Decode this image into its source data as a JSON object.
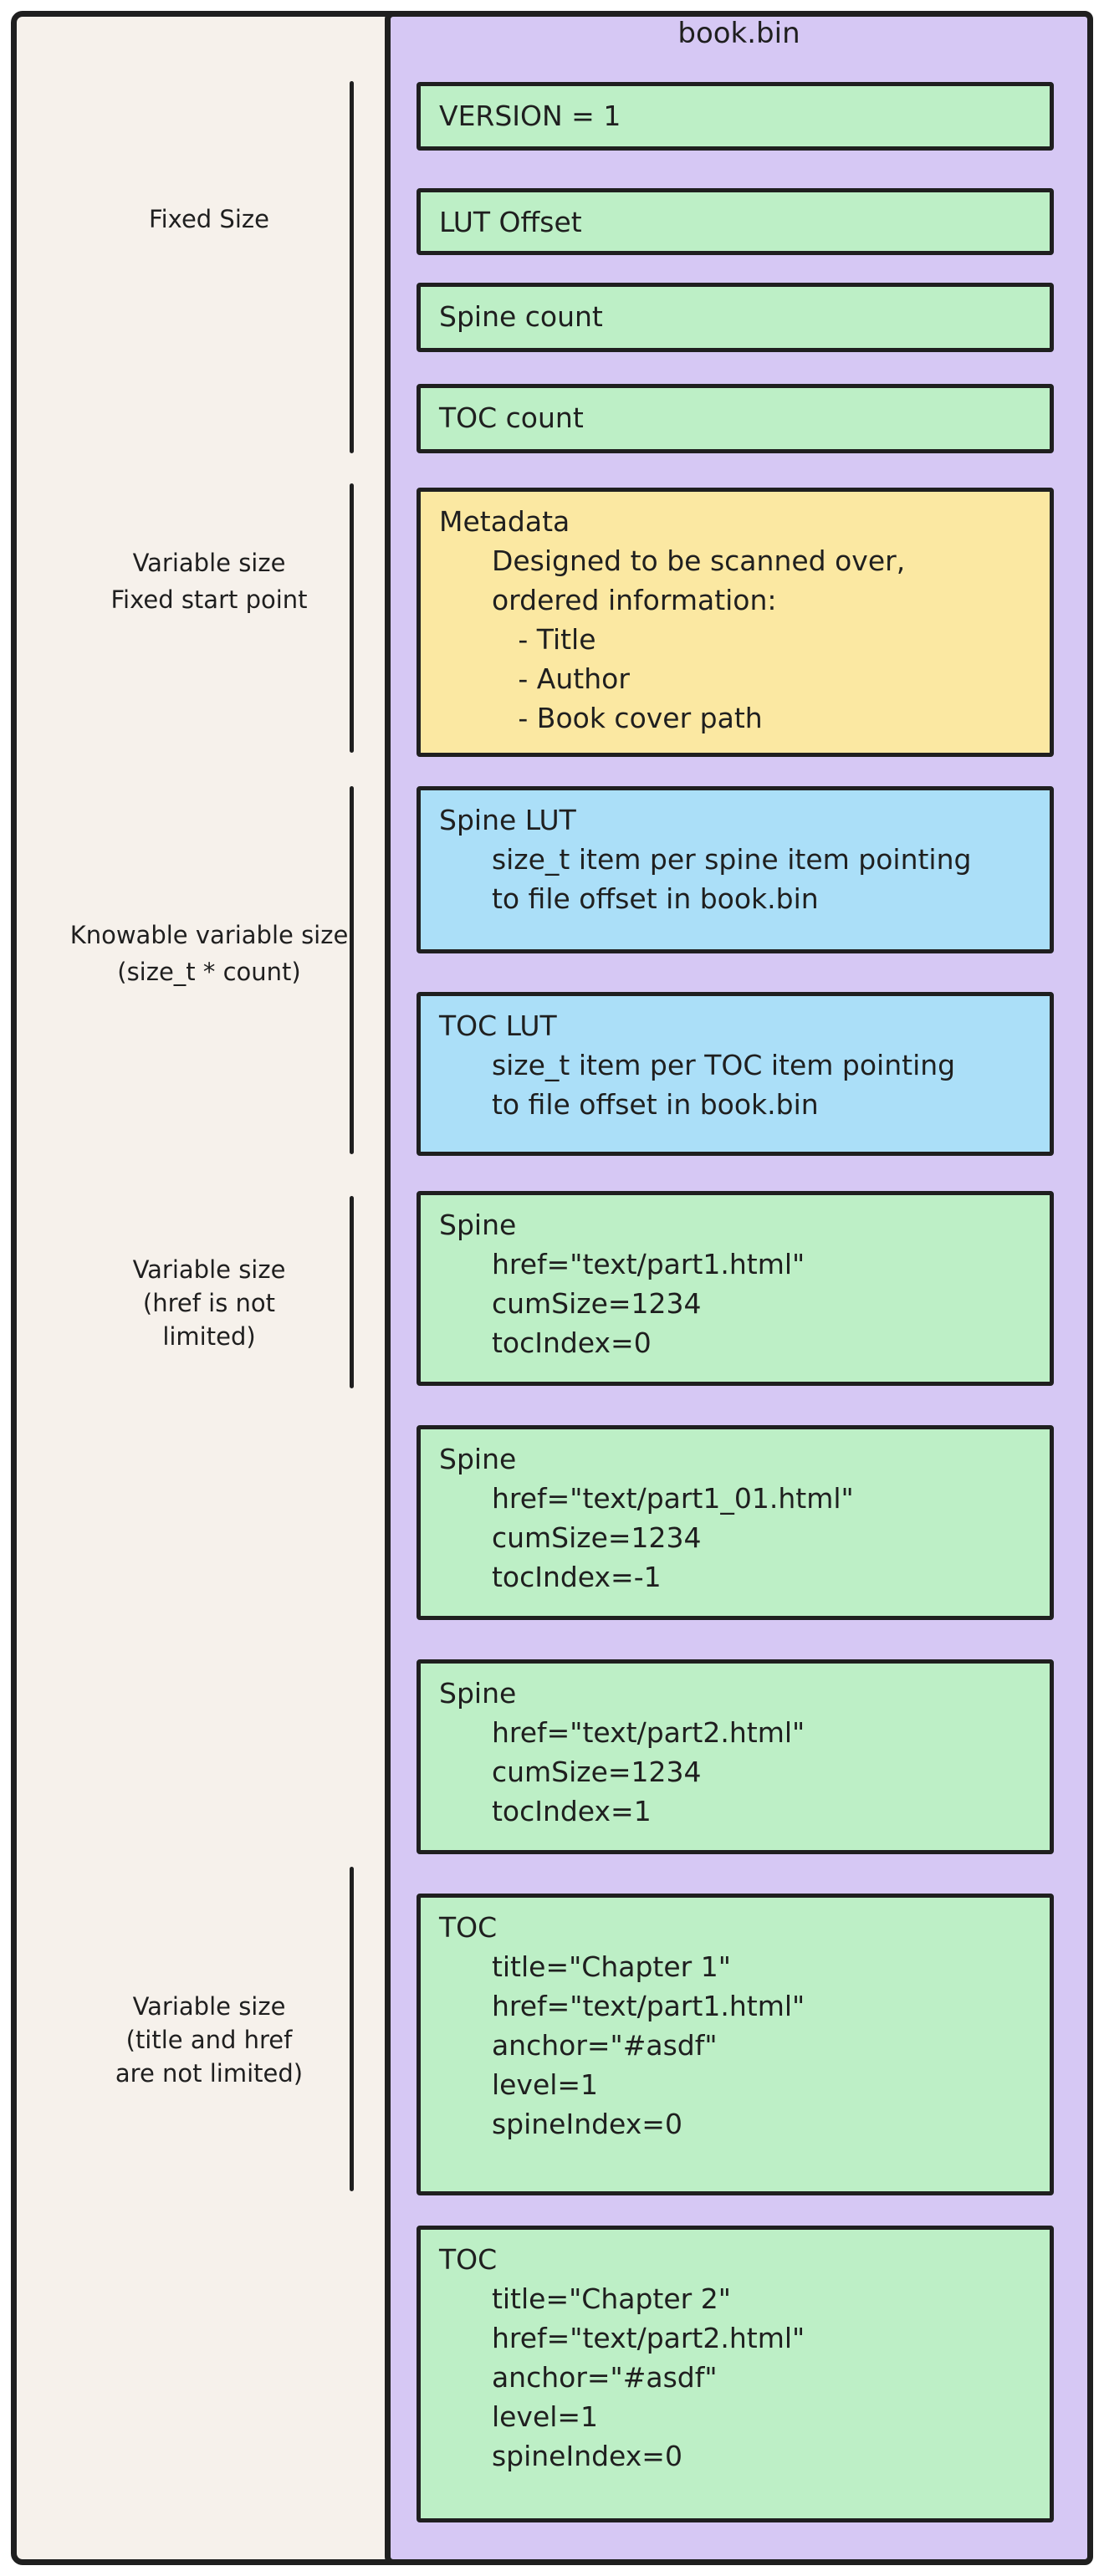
{
  "panel": {
    "title": "book.bin"
  },
  "labels": [
    {
      "lines": [
        "Fixed Size"
      ]
    },
    {
      "lines": [
        "Variable size",
        "Fixed start point"
      ]
    },
    {
      "lines": [
        "Knowable variable size",
        "(size_t * count)"
      ]
    },
    {
      "lines": [
        "Variable size",
        "(href is not",
        "limited)"
      ]
    },
    {
      "lines": [
        "Variable size",
        "(title and href",
        "are not limited)"
      ]
    }
  ],
  "blocks": [
    {
      "name": "version",
      "color": "green",
      "lines": [
        "VERSION = 1"
      ]
    },
    {
      "name": "lut-offset",
      "color": "green",
      "lines": [
        "LUT Offset"
      ]
    },
    {
      "name": "spine-count",
      "color": "green",
      "lines": [
        "Spine count"
      ]
    },
    {
      "name": "toc-count",
      "color": "green",
      "lines": [
        "TOC count"
      ]
    },
    {
      "name": "metadata",
      "color": "yellow",
      "lines": [
        "Metadata",
        "      Designed to be scanned over,",
        "      ordered information:",
        "         - Title",
        "         - Author",
        "         - Book cover path"
      ]
    },
    {
      "name": "spine-lut",
      "color": "blue",
      "lines": [
        "Spine LUT",
        "      size_t item per spine item pointing",
        "      to file offset in book.bin"
      ]
    },
    {
      "name": "toc-lut",
      "color": "blue",
      "lines": [
        "TOC LUT",
        "      size_t item per TOC item pointing",
        "      to file offset in book.bin"
      ]
    },
    {
      "name": "spine-1",
      "color": "green",
      "lines": [
        "Spine",
        "      href=\"text/part1.html\"",
        "      cumSize=1234",
        "      tocIndex=0"
      ]
    },
    {
      "name": "spine-2",
      "color": "green",
      "lines": [
        "Spine",
        "      href=\"text/part1_01.html\"",
        "      cumSize=1234",
        "      tocIndex=-1"
      ]
    },
    {
      "name": "spine-3",
      "color": "green",
      "lines": [
        "Spine",
        "      href=\"text/part2.html\"",
        "      cumSize=1234",
        "      tocIndex=1"
      ]
    },
    {
      "name": "toc-1",
      "color": "green",
      "lines": [
        "TOC",
        "      title=\"Chapter 1\"",
        "      href=\"text/part1.html\"",
        "      anchor=\"#asdf\"",
        "      level=1",
        "      spineIndex=0"
      ]
    },
    {
      "name": "toc-2",
      "color": "green",
      "lines": [
        "TOC",
        "      title=\"Chapter 2\"",
        "      href=\"text/part2.html\"",
        "      anchor=\"#asdf\"",
        "      level=1",
        "      spineIndex=0"
      ]
    }
  ],
  "colors": {
    "cream": "#f6f1eb",
    "purple": "#d6c8f4",
    "green": "#bdefc6",
    "yellow": "#fbe8a2",
    "blue": "#abdff8",
    "stroke": "#1f1f1f"
  }
}
